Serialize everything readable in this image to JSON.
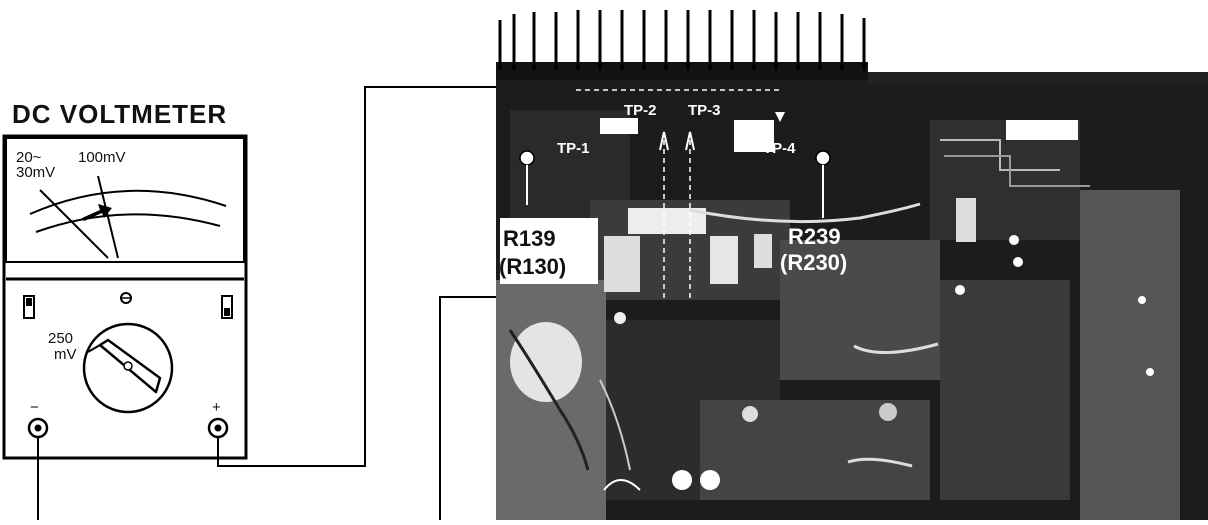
{
  "meter": {
    "title": "DC VOLTMETER",
    "scale_mark_1_top": "20~",
    "scale_mark_1_bottom": "30mV",
    "scale_mark_2": "100mV",
    "range_value": "250",
    "range_unit": "mV",
    "terminal_negative": "−",
    "terminal_positive": "+"
  },
  "board": {
    "test_points": [
      "TP-1",
      "TP-2",
      "TP-3",
      "TP-4"
    ],
    "resistor_left": "R139",
    "resistor_left_alt": "(R130)",
    "resistor_right": "R239",
    "resistor_right_alt": "(R230)"
  },
  "colors": {
    "ink": "#111111",
    "board_dark": "#1c1c1c",
    "board_mid": "#5a5a5a",
    "paper": "#ffffff"
  }
}
